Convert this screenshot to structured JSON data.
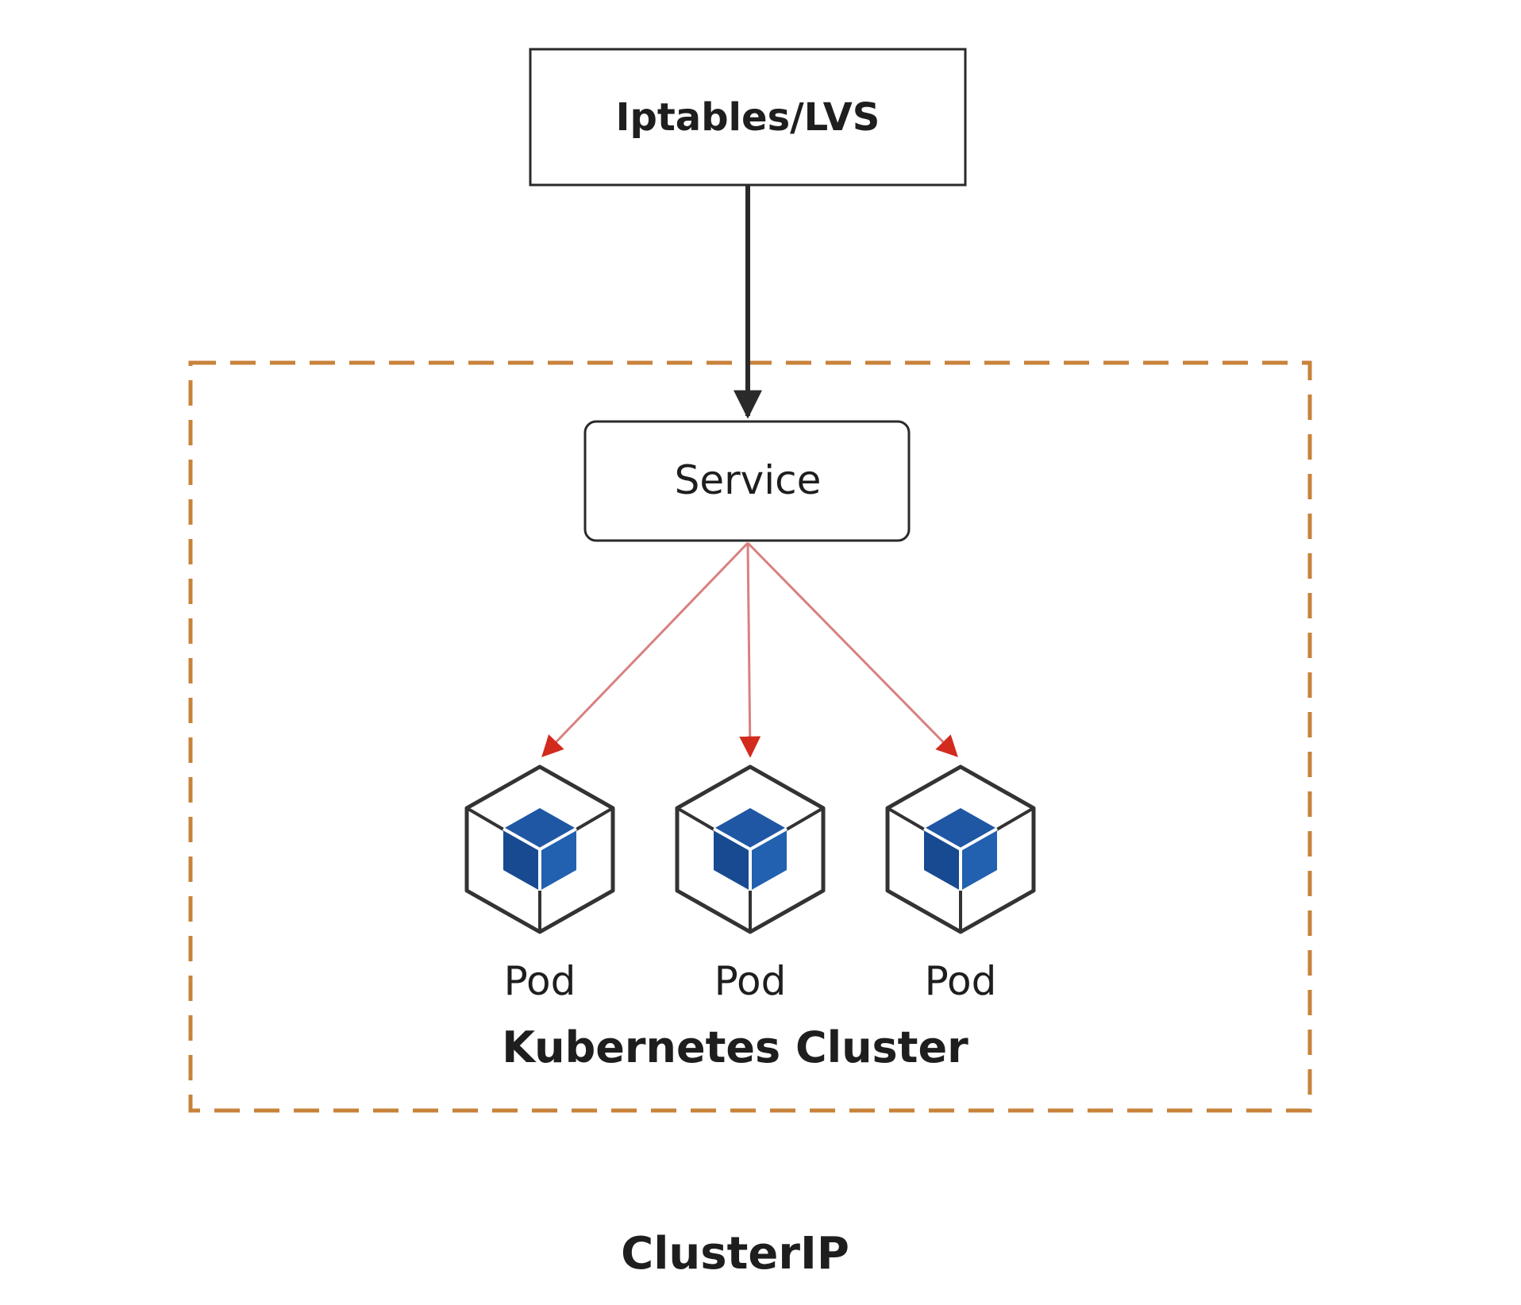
{
  "nodes": {
    "iptables": {
      "label": "Iptables/LVS"
    },
    "service": {
      "label": "Service"
    },
    "pods": [
      {
        "label": "Pod"
      },
      {
        "label": "Pod"
      },
      {
        "label": "Pod"
      }
    ]
  },
  "cluster": {
    "label": "Kubernetes Cluster"
  },
  "caption": "ClusterIP",
  "colors": {
    "ink": "#2a2a2a",
    "cluster_border": "#c8823a",
    "service_to_pod_line": "#d98080",
    "arrowhead_red": "#d32a1e",
    "pod_cube": "#1f57a4"
  }
}
